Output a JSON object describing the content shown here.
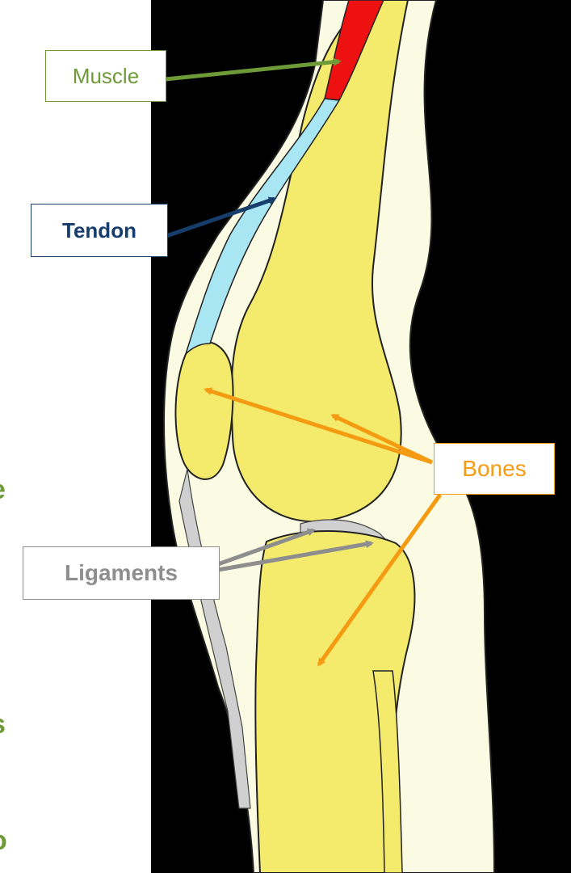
{
  "colors": {
    "background": "#000000",
    "skin": "#fbfbe3",
    "bone": "#f4ea6c",
    "muscle": "#ee1111",
    "tendon": "#a9e6f3",
    "ligament": "#cfd0cf",
    "muscle_label": "#6e9a37",
    "tendon_label": "#163d6b",
    "bone_label": "#f59b12",
    "ligament_label": "#8e8e8e",
    "cropped_text": "#6e9a37"
  },
  "labels": {
    "muscle": "Muscle",
    "tendon": "Tendon",
    "bones": "Bones",
    "ligaments": "Ligaments"
  },
  "cropped_text": {
    "line1": "e",
    "line2": "s",
    "line3": "o"
  }
}
